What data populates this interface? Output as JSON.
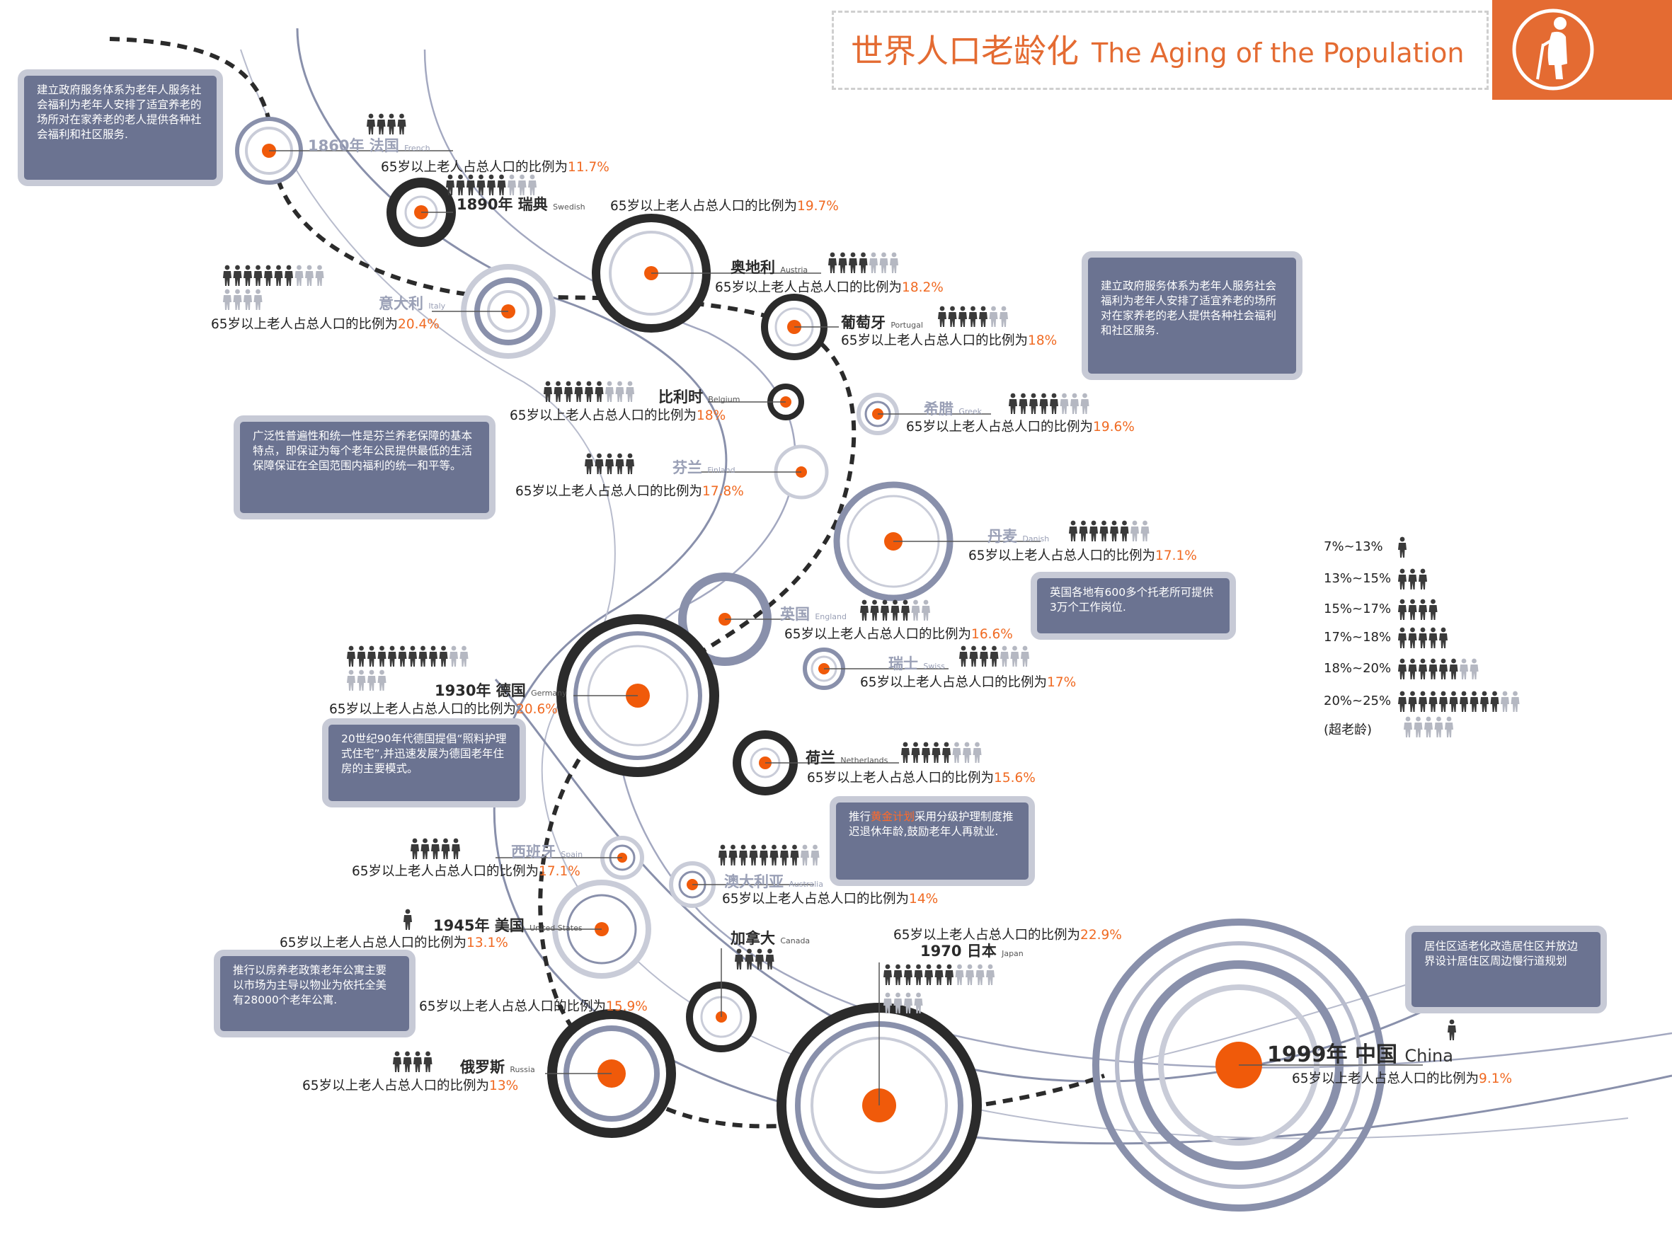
{
  "header": {
    "title_cn": "世界人口老龄化",
    "title_en": "The Aging of the Population",
    "accent_color": "#e46b32",
    "logo_icon": "elderly-person-with-cane-icon"
  },
  "notes": [
    {
      "text": "建立政府服务体系为老年人服务社会福利为老年人安排了适宜养老的场所对在家养老的老人提供各种社会福利和社区服务."
    },
    {
      "text": "建立政府服务体系为老年人服务社会福利为老年人安排了适宜养老的场所对在家养老的老人提供各种社会福利和社区服务."
    },
    {
      "text": "广泛性普遍性和统一性是芬兰养老保障的基本特点，即保证为每个老年公民提供最低的生活保障保证在全国范围内福利的统一和平等。"
    },
    {
      "text": "英国各地有600多个托老所可提供3万个工作岗位."
    },
    {
      "text": "20世纪90年代德国提倡“照料护理式住宅”,并迅速发展为德国老年住房的主要模式。"
    },
    {
      "pre": "推行",
      "hl": "黄金计划",
      "post": "采用分级护理制度推迟退休年龄,鼓励老年人再就业."
    },
    {
      "text": "推行以房养老政策老年公寓主要以市场为主导以物业为依托全美有28000个老年公寓."
    },
    {
      "text": "居住区适老化改造居住区并放边界设计居住区周边慢行道规划"
    }
  ],
  "pct_prefix": "65岁以上老人占总人口的比例为",
  "countries": [
    {
      "year": "1860年",
      "cn": "法国",
      "en": "French",
      "pct": "11.7%"
    },
    {
      "year": "1890年",
      "cn": "瑞典",
      "en": "Swedish",
      "pct": "19.7%"
    },
    {
      "year": "",
      "cn": "奥地利",
      "en": "Austria",
      "pct": "18.2%"
    },
    {
      "year": "",
      "cn": "意大利",
      "en": "Italy",
      "pct": "20.4%"
    },
    {
      "year": "",
      "cn": "葡萄牙",
      "en": "Portugal",
      "pct": "18%"
    },
    {
      "year": "",
      "cn": "比利时",
      "en": "Belgium",
      "pct": "18%"
    },
    {
      "year": "",
      "cn": "希腊",
      "en": "Greek",
      "pct": "19.6%"
    },
    {
      "year": "",
      "cn": "芬兰",
      "en": "Finland",
      "pct": "17.8%"
    },
    {
      "year": "",
      "cn": "丹麦",
      "en": "Danish",
      "pct": "17.1%"
    },
    {
      "year": "",
      "cn": "英国",
      "en": "England",
      "pct": "16.6%"
    },
    {
      "year": "",
      "cn": "瑞士",
      "en": "Swiss",
      "pct": "17%"
    },
    {
      "year": "1930年",
      "cn": "德国",
      "en": "Germany",
      "pct": "20.6%"
    },
    {
      "year": "",
      "cn": "荷兰",
      "en": "Netherlands",
      "pct": "15.6%"
    },
    {
      "year": "",
      "cn": "西班牙",
      "en": "Spain",
      "pct": "17.1%"
    },
    {
      "year": "",
      "cn": "澳大利亚",
      "en": "Australia",
      "pct": "14%"
    },
    {
      "year": "1945年",
      "cn": "美国",
      "en": "United States",
      "pct": "13.1%"
    },
    {
      "year": "",
      "cn": "加拿大",
      "en": "Canada",
      "pct": "15.9%"
    },
    {
      "year": "1970",
      "cn": "日本",
      "en": "Japan",
      "pct": "22.9%"
    },
    {
      "year": "",
      "cn": "俄罗斯",
      "en": "Russia",
      "pct": "13%"
    },
    {
      "year": "1999年",
      "cn": "中国",
      "en": "China",
      "pct": "9.1%"
    }
  ],
  "legend": {
    "items": [
      {
        "range": "7%~13%",
        "dark": 1,
        "light": 0
      },
      {
        "range": "13%~15%",
        "dark": 3,
        "light": 0
      },
      {
        "range": "15%~17%",
        "dark": 4,
        "light": 0
      },
      {
        "range": "17%~18%",
        "dark": 5,
        "light": 0
      },
      {
        "range": "18%~20%",
        "dark": 6,
        "light": 2
      },
      {
        "range": "20%~25%",
        "dark": 10,
        "light": 2
      }
    ],
    "super_aged": "(超老龄)",
    "super_aged_figures": 5
  },
  "colors": {
    "node": "#f05a0a",
    "ring_dark": "#2b2b2b",
    "ring_mid": "#8990ab",
    "ring_light": "#c9ccd8",
    "figure_dark": "#3a3a3a",
    "figure_light": "#b5b8c2"
  }
}
